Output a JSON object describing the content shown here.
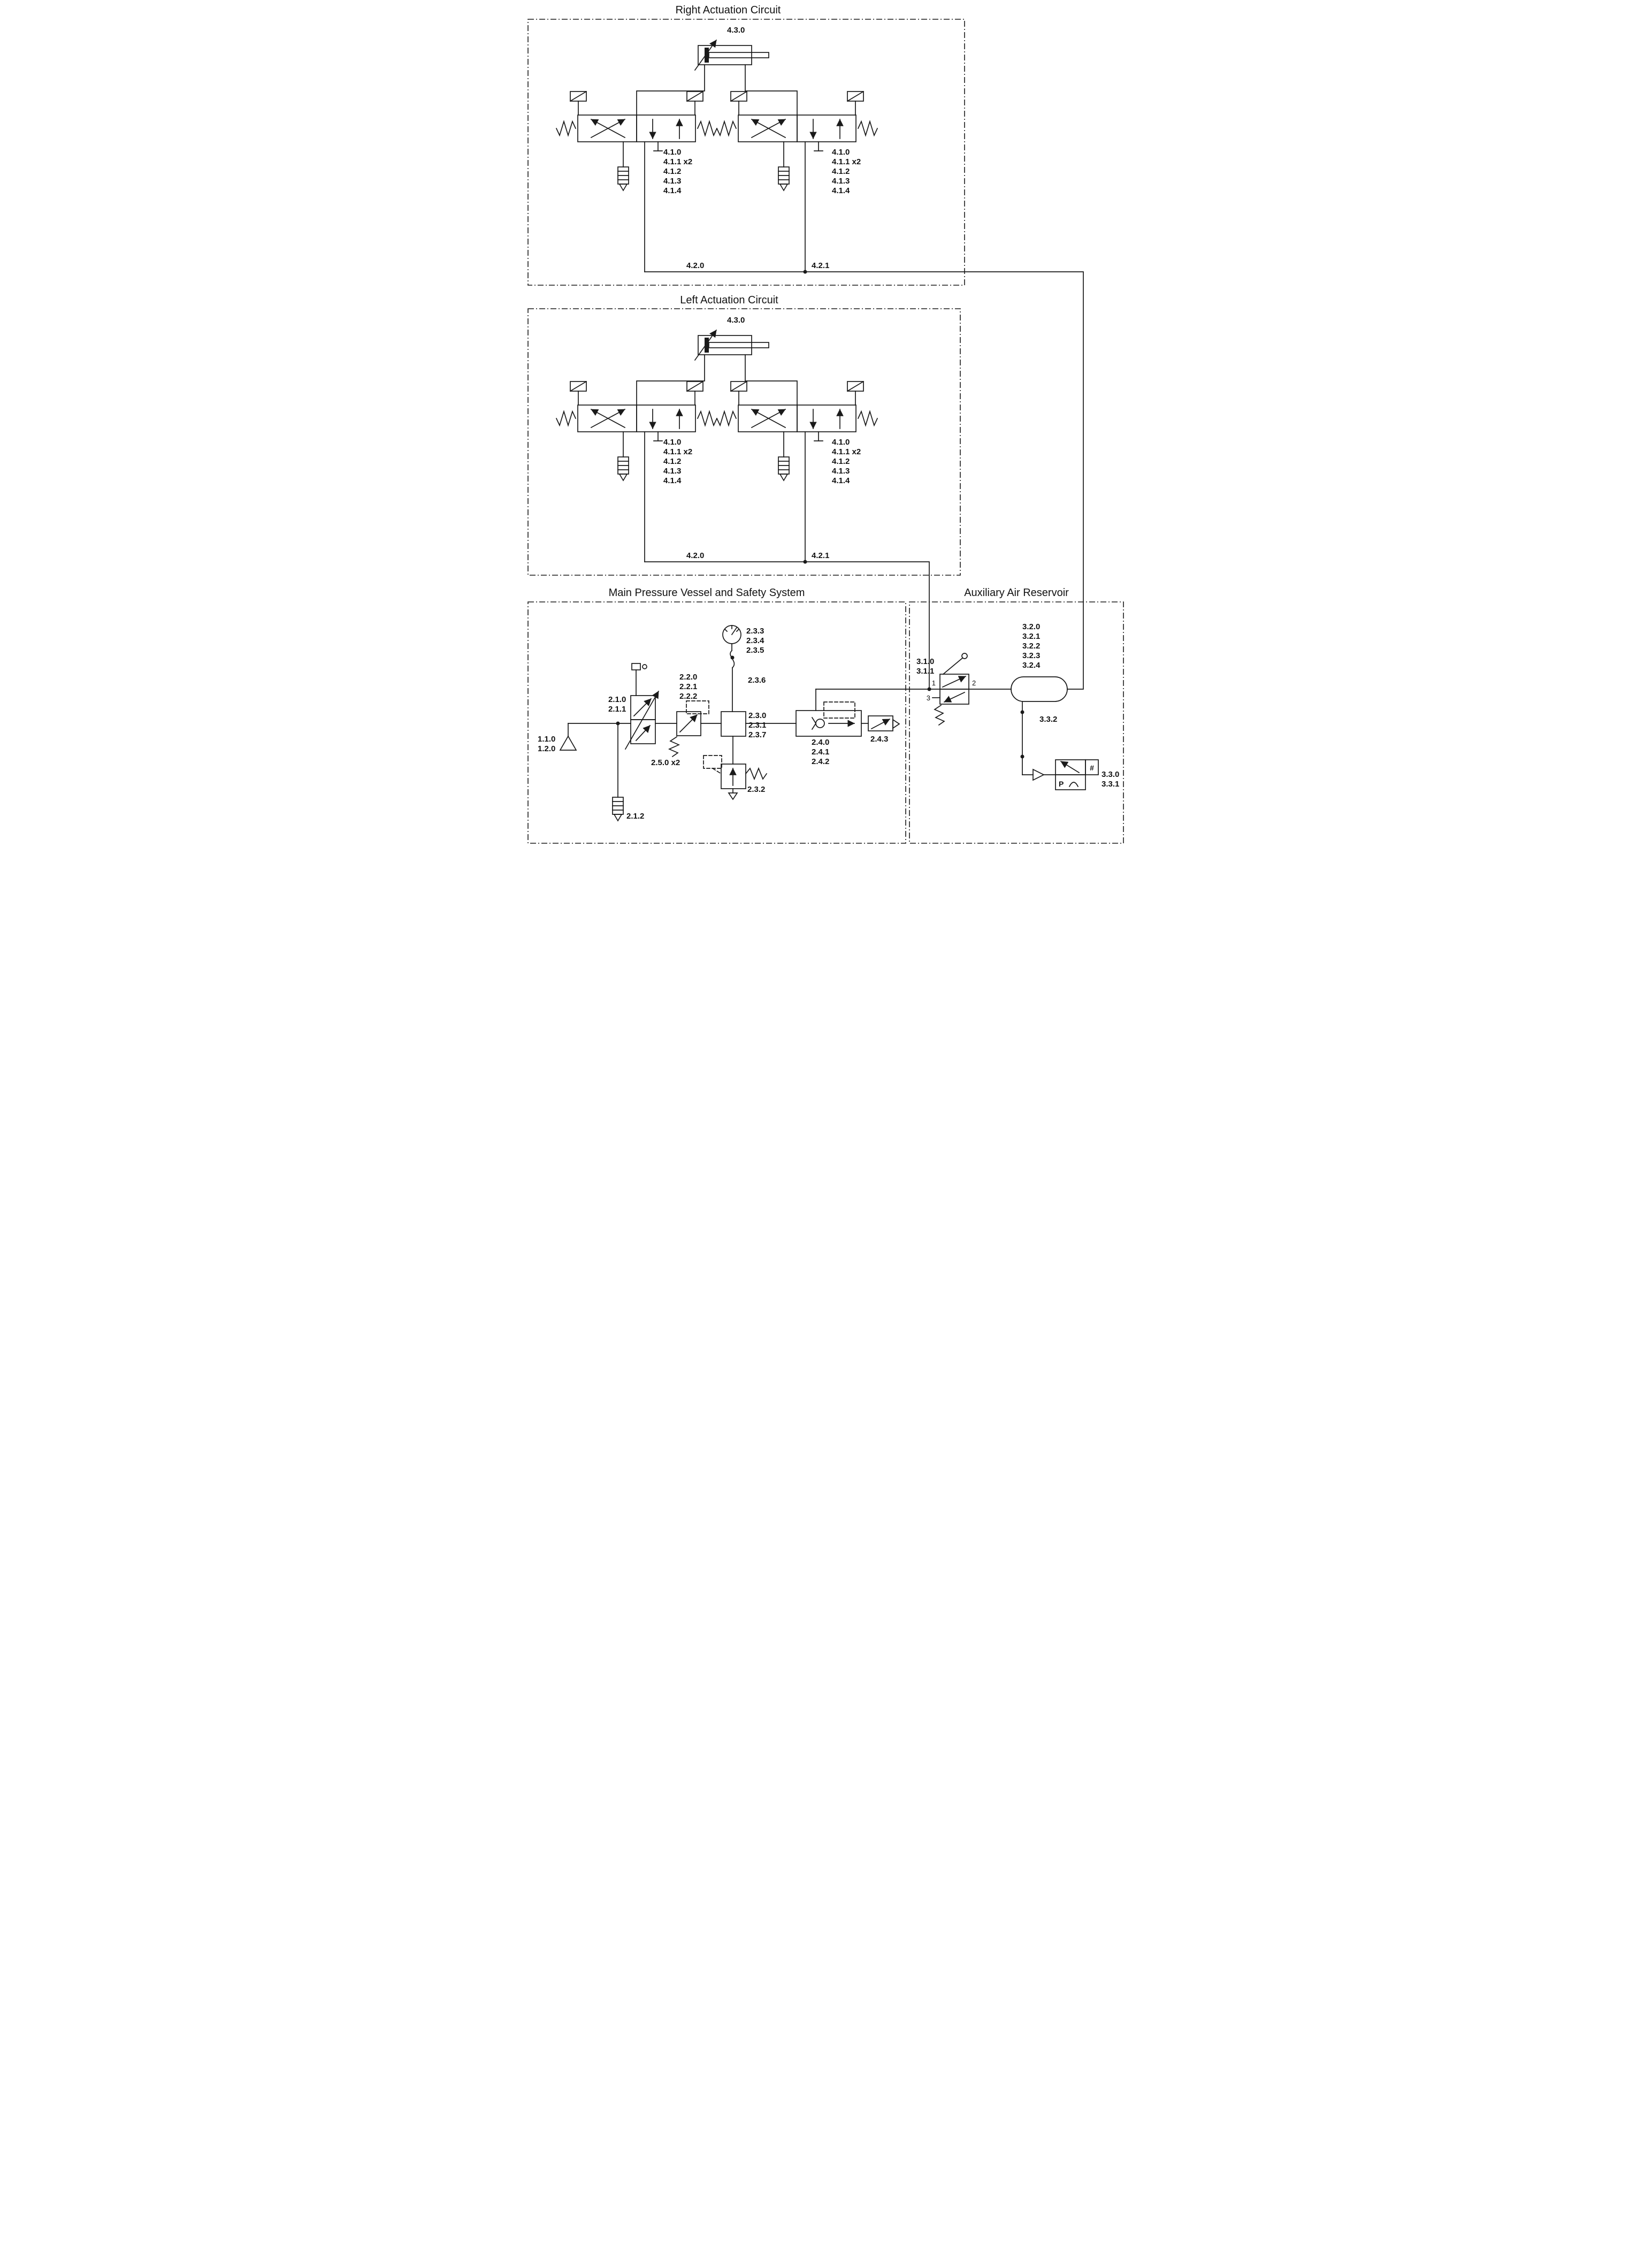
{
  "circuits": [
    {
      "title": "Right Actuation Circuit",
      "cylinder_label": "4.3.0",
      "valve_a_labels": [
        "4.1.0",
        "4.1.1 x2",
        "4.1.2",
        "4.1.3",
        "4.1.4"
      ],
      "valve_b_labels": [
        "4.1.0",
        "4.1.1 x2",
        "4.1.2",
        "4.1.3",
        "4.1.4"
      ],
      "supply_left_label": "4.2.0",
      "supply_right_label": "4.2.1"
    },
    {
      "title": "Left Actuation Circuit",
      "cylinder_label": "4.3.0",
      "valve_a_labels": [
        "4.1.0",
        "4.1.1 x2",
        "4.1.2",
        "4.1.3",
        "4.1.4"
      ],
      "valve_b_labels": [
        "4.1.0",
        "4.1.1 x2",
        "4.1.2",
        "4.1.3",
        "4.1.4"
      ],
      "supply_left_label": "4.2.0",
      "supply_right_label": "4.2.1"
    }
  ],
  "main_system": {
    "title": "Main Pressure Vessel and Safety System",
    "source_labels": [
      "1.1.0",
      "1.2.0"
    ],
    "shutoff_labels": [
      "2.1.0",
      "2.1.1"
    ],
    "filter_label": "2.1.2",
    "regulator_labels": [
      "2.2.0",
      "2.2.1",
      "2.2.2"
    ],
    "relief_label": "2.5.0 x2",
    "gauge_labels": [
      "2.3.3",
      "2.3.4",
      "2.3.5"
    ],
    "hose_label": "2.3.6",
    "manifold_labels": [
      "2.3.0",
      "2.3.1",
      "2.3.7"
    ],
    "safety_valve_label": "2.3.2",
    "check_valve_labels": [
      "2.4.0",
      "2.4.1",
      "2.4.2"
    ],
    "flow_valve_label": "2.4.3"
  },
  "aux_system": {
    "title": "Auxiliary Air Reservoir",
    "valve_labels": [
      "3.1.0",
      "3.1.1"
    ],
    "port_labels": [
      "1",
      "2",
      "3"
    ],
    "reservoir_labels": [
      "3.2.0",
      "3.2.1",
      "3.2.2",
      "3.2.3",
      "3.2.4"
    ],
    "drop_line_label": "3.3.2",
    "sensor_labels": [
      "3.3.0",
      "3.3.1"
    ],
    "sensor_glyphs": [
      "#",
      "P"
    ]
  }
}
